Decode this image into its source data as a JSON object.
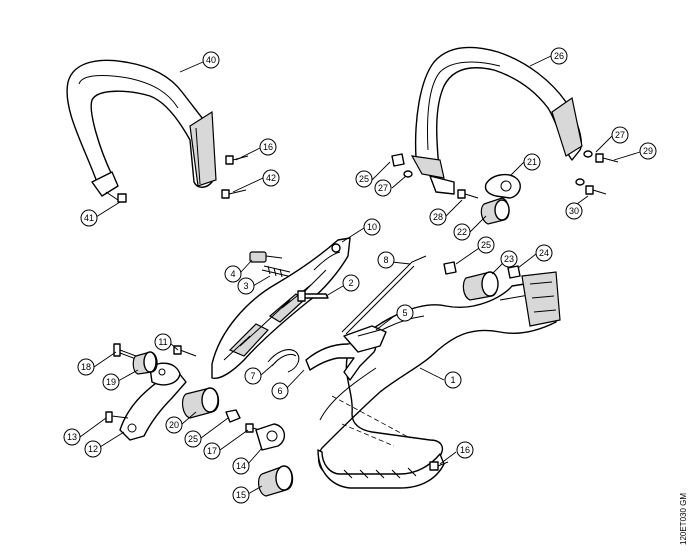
{
  "diagram": {
    "drawing_code": "120ET030 GM",
    "callouts": {
      "c1": "1",
      "c2": "2",
      "c3": "3",
      "c4": "4",
      "c5": "5",
      "c6": "6",
      "c7": "7",
      "c8": "8",
      "c10": "10",
      "c11": "11",
      "c12": "12",
      "c13": "13",
      "c14": "14",
      "c15": "15",
      "c16a": "16",
      "c16b": "16",
      "c17": "17",
      "c18": "18",
      "c19": "19",
      "c20": "20",
      "c21": "21",
      "c22": "22",
      "c23": "23",
      "c24": "24",
      "c25a": "25",
      "c25b": "25",
      "c25c": "25",
      "c26": "26",
      "c27a": "27",
      "c27b": "27",
      "c28": "28",
      "c29": "29",
      "c30": "30",
      "c40": "40",
      "c41": "41",
      "c42": "42"
    }
  }
}
